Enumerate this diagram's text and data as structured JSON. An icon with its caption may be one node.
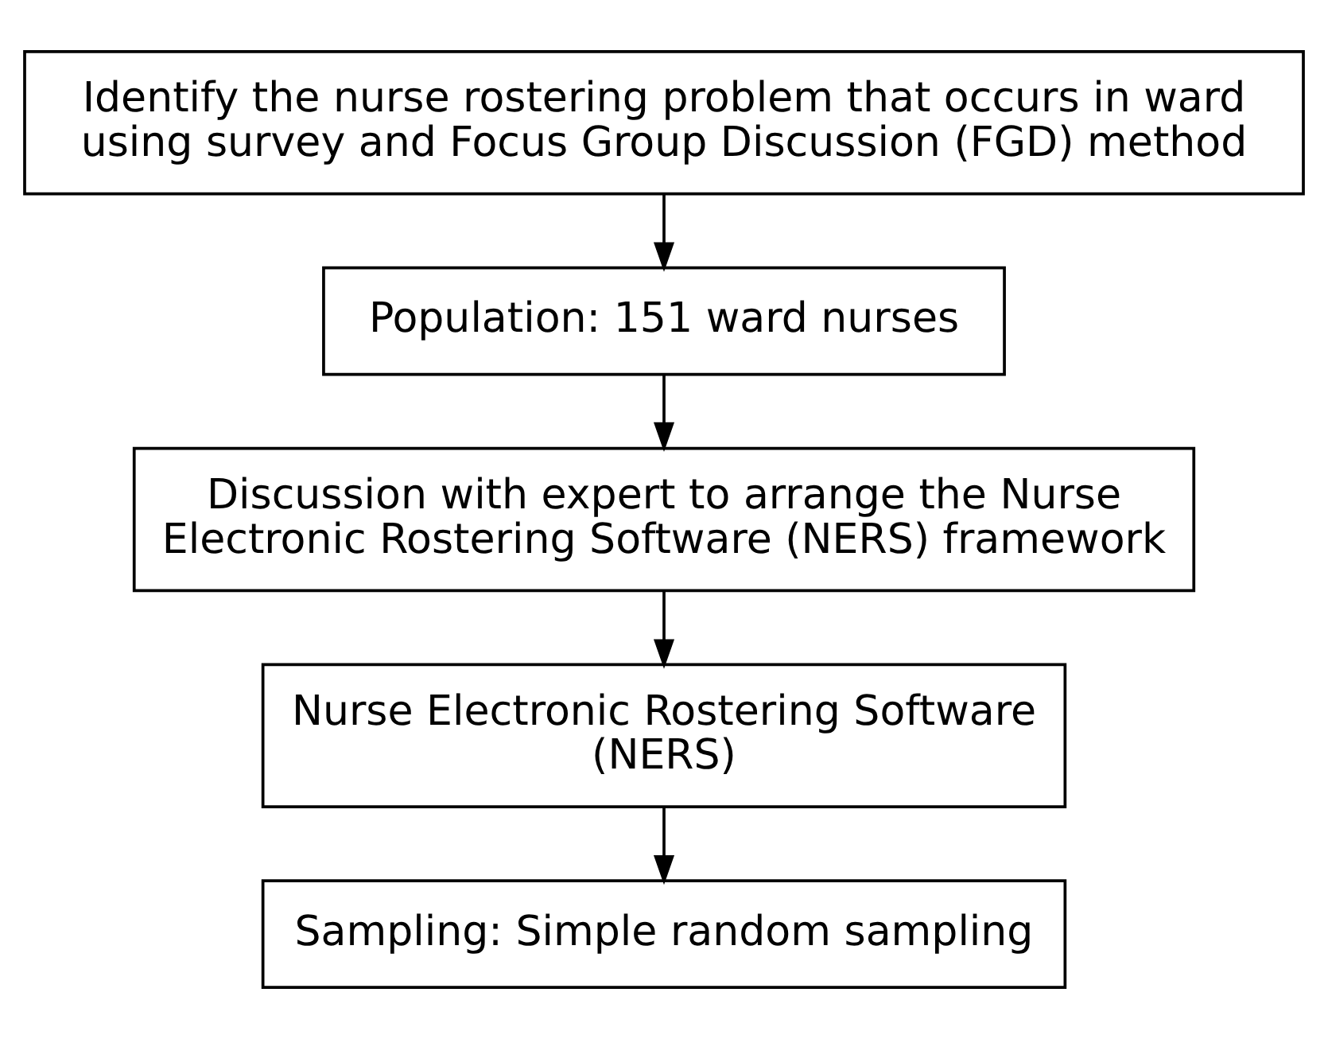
{
  "diagram": {
    "nodes": [
      {
        "text": [
          "Identify the nurse rostering problem that occurs in ward using survey and Focus Group Discussion (FGD) method"
        ]
      },
      {
        "text": [
          "Population: 151 ward nurses"
        ]
      },
      {
        "text": [
          "Discussion with expert to arrange the Nurse Electronic Rostering Software (NERS) framework"
        ]
      },
      {
        "text": [
          "Nurse Electronic Rostering Software (NERS)"
        ]
      },
      {
        "text": [
          "Sampling: Simple random sampling"
        ]
      }
    ],
    "edges": [
      {
        "from": 0,
        "to": 1,
        "arrow": "to"
      },
      {
        "from": 1,
        "to": 2,
        "arrow": "to"
      },
      {
        "from": 2,
        "to": 3,
        "arrow": "to"
      },
      {
        "from": 3,
        "to": 4,
        "arrow": "to"
      }
    ]
  }
}
